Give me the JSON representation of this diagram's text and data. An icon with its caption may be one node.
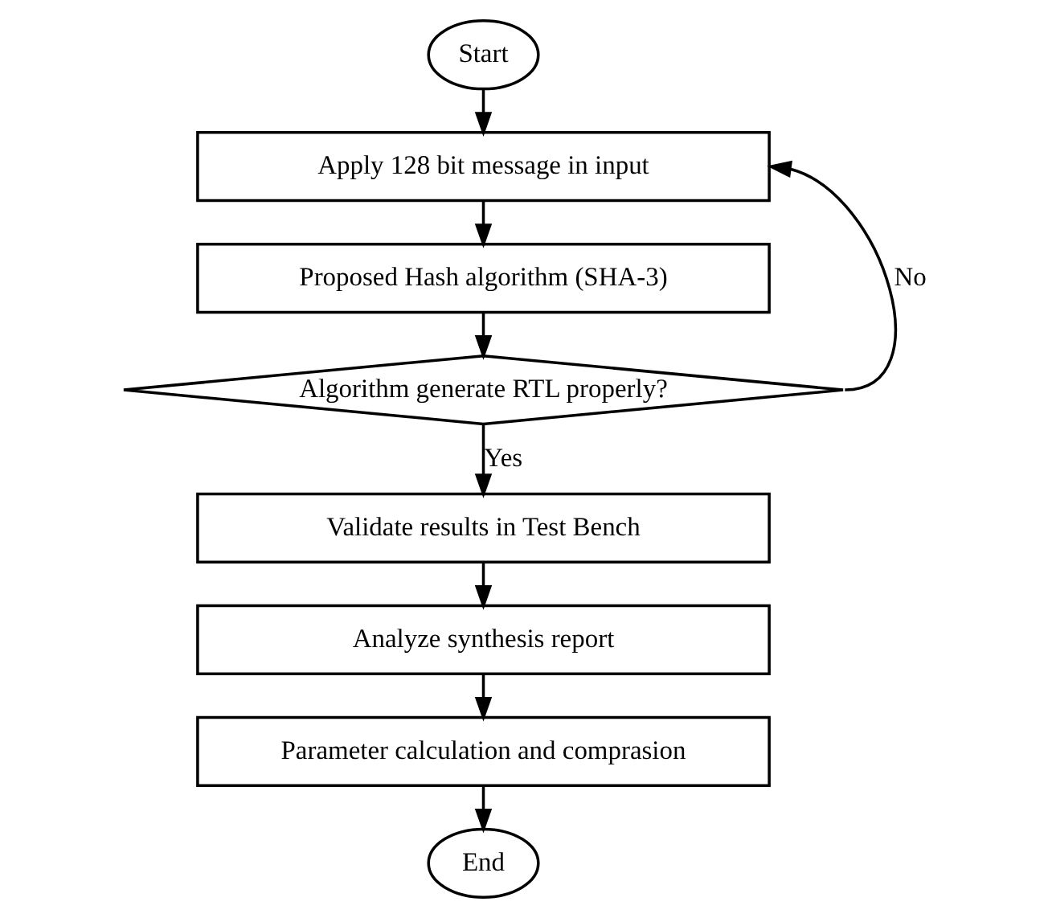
{
  "diagram": {
    "nodes": [
      {
        "text": [
          "Start"
        ]
      },
      {
        "text": [
          "Apply 128 bit message in input"
        ]
      },
      {
        "text": [
          "Proposed Hash algorithm (SHA-3)"
        ]
      },
      {
        "text": [
          "Algorithm generate RTL properly?"
        ]
      },
      {
        "text": [
          "Validate results in Test Bench"
        ]
      },
      {
        "text": [
          "Analyze synthesis report"
        ]
      },
      {
        "text": [
          "Parameter calculation and comprasion"
        ]
      },
      {
        "text": [
          "End"
        ]
      }
    ],
    "edges": [
      {
        "from": 0,
        "to": 1,
        "arrow": "to"
      },
      {
        "from": 1,
        "to": 2,
        "arrow": "to"
      },
      {
        "from": 2,
        "to": 3,
        "arrow": "to"
      },
      {
        "from": 3,
        "to": 4,
        "arrow": "to",
        "label": "Yes"
      },
      {
        "from": 4,
        "to": 5,
        "arrow": "to"
      },
      {
        "from": 5,
        "to": 6,
        "arrow": "to"
      },
      {
        "from": 6,
        "to": 7,
        "arrow": "to"
      },
      {
        "from": 3,
        "to": 1,
        "arrow": "to",
        "label": "No"
      }
    ]
  }
}
